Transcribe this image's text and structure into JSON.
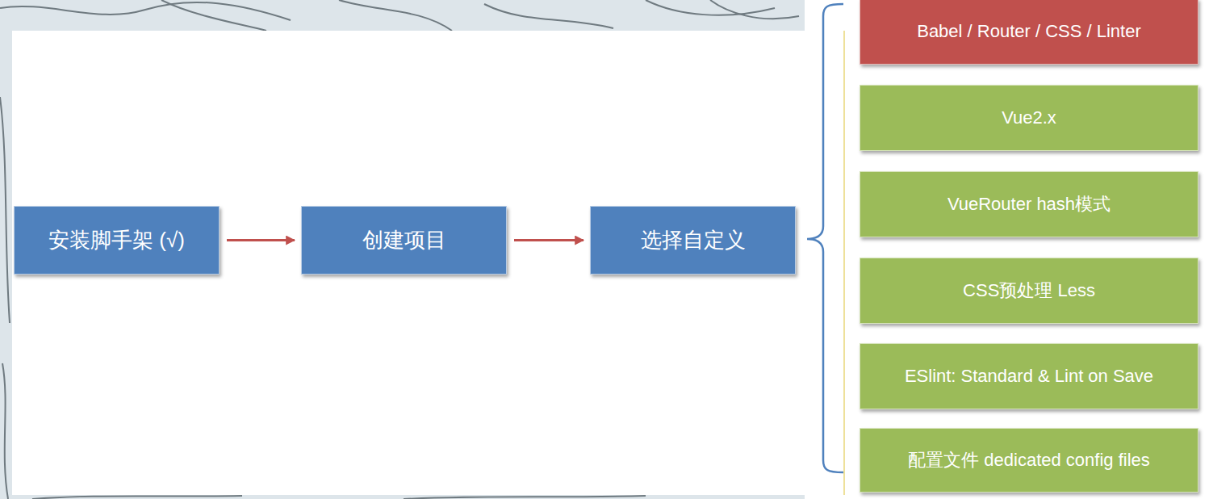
{
  "diagram": {
    "nodes": [
      {
        "text": [
          "安装脚手架 (√)"
        ]
      },
      {
        "text": [
          "创建项目"
        ]
      },
      {
        "text": [
          "选择自定义"
        ]
      },
      {
        "text": [
          "Babel / Router / CSS / Linter"
        ]
      },
      {
        "text": [
          "Vue2.x"
        ]
      },
      {
        "text": [
          "VueRouter hash模式"
        ]
      },
      {
        "text": [
          "CSS预处理 Less"
        ]
      },
      {
        "text": [
          "ESlint: Standard & Lint on Save"
        ]
      },
      {
        "text": [
          "配置文件 dedicated config files"
        ]
      }
    ],
    "edges": [
      {
        "from": 0,
        "to": 1,
        "arrow": "to"
      },
      {
        "from": 1,
        "to": 2,
        "arrow": "to"
      }
    ]
  }
}
